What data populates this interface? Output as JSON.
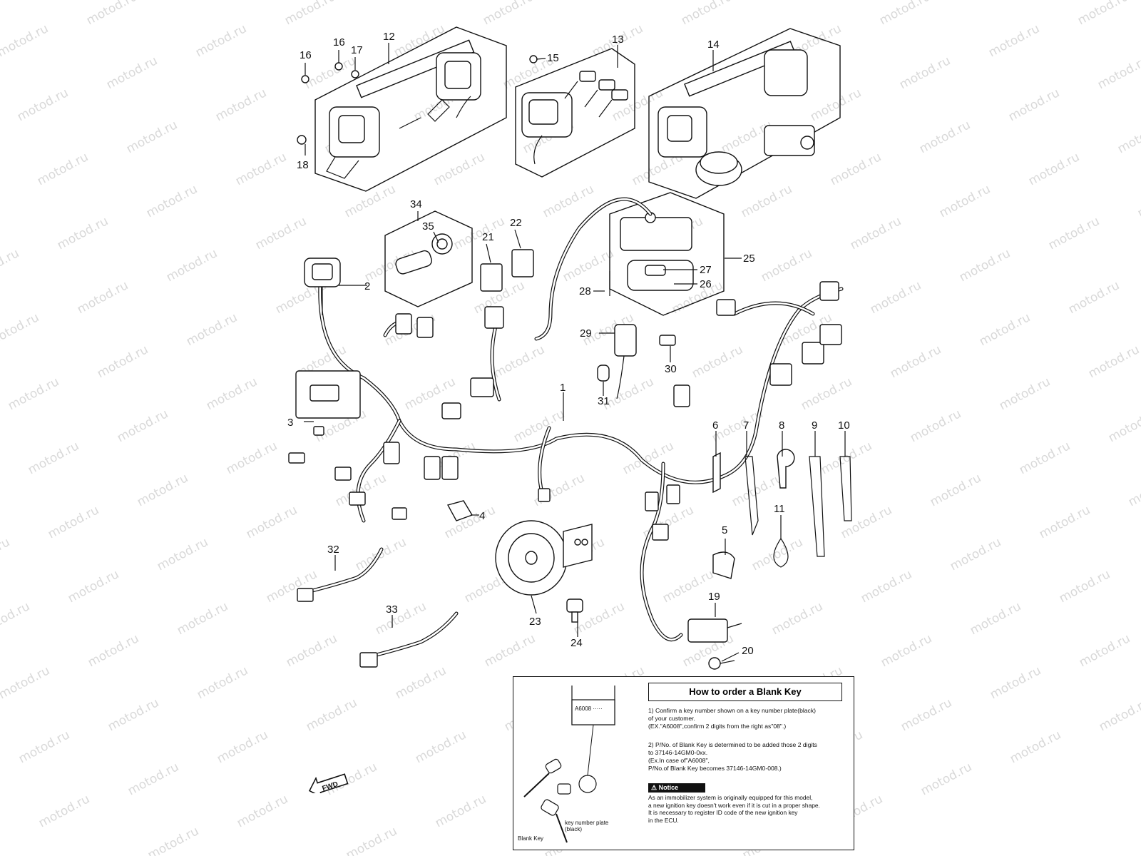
{
  "watermark": "motod.ru",
  "callouts": {
    "c1": "1",
    "c2": "2",
    "c3": "3",
    "c4": "4",
    "c5": "5",
    "c6": "6",
    "c7": "7",
    "c8": "8",
    "c9": "9",
    "c10": "10",
    "c11": "11",
    "c12": "12",
    "c13": "13",
    "c14": "14",
    "c15": "15",
    "c16a": "16",
    "c16b": "16",
    "c17": "17",
    "c18": "18",
    "c19": "19",
    "c20": "20",
    "c21": "21",
    "c22": "22",
    "c23": "23",
    "c24": "24",
    "c25": "25",
    "c26": "26",
    "c27": "27",
    "c28": "28",
    "c29": "29",
    "c30": "30",
    "c31": "31",
    "c32": "32",
    "c33": "33",
    "c34": "34",
    "c35": "35"
  },
  "fwd_label": "FWD",
  "howto": {
    "title": "How to order a Blank Key",
    "step1": "1) Confirm a key number shown on a key number plate(black)\n   of your customer.\n   (EX.\"A6008\",confirm 2 digits from the right as\"08\".)",
    "step2": "2) P/No. of Blank Key is determined to be added those 2 digits\n   to 37146-14GM0-0xx.\n   (Ex.In case of\"A6008\",\n   P/No.of Blank Key becomes 37146-14GM0-008.)",
    "notice_label": "Notice",
    "notice_text": "As an immobilizer system is originally equipped for this model,\na new ignition key doesn't work even if it is cut in a proper shape.\nIt is necessary to register ID code of the new ignition key\nin the ECU.",
    "plate_code": "A6008 ·····",
    "blank_key_label": "Blank Key",
    "plate_label": "key number plate\n(black)"
  }
}
